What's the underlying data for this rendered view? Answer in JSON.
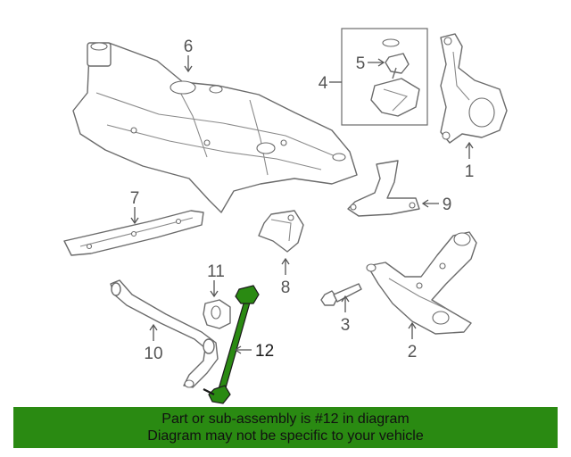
{
  "diagram": {
    "callouts": [
      "1",
      "2",
      "3",
      "4",
      "5",
      "6",
      "7",
      "8",
      "9",
      "10",
      "11",
      "12"
    ],
    "highlighted_part": "12"
  },
  "banner": {
    "line1": "Part or sub-assembly is #12 in diagram",
    "line2": "Diagram may not be specific to your vehicle",
    "background": "#2a8a12"
  },
  "colors": {
    "highlight": "#2a8a12",
    "line_art": "#6b6b6b"
  }
}
